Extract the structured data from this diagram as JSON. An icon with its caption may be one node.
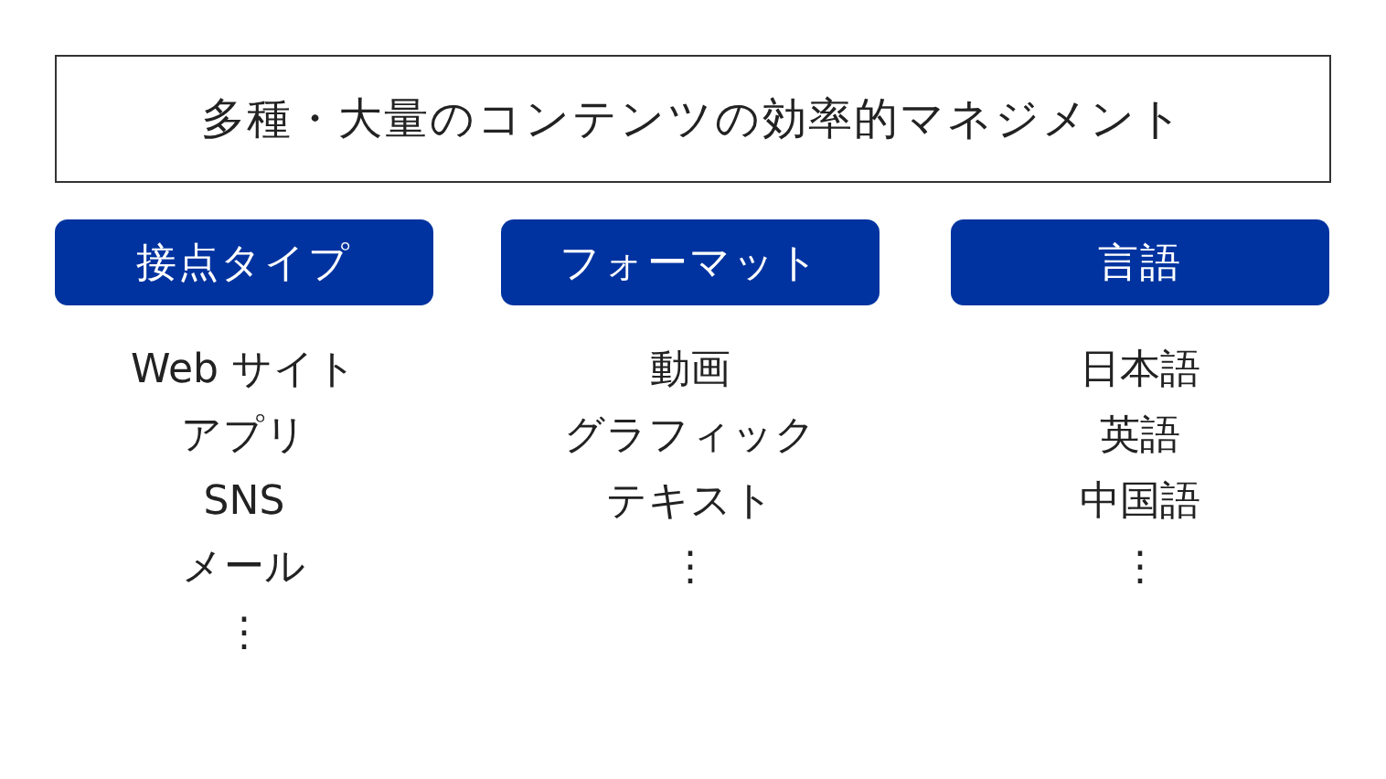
{
  "diagram": {
    "nodes": [
      {
        "text": [
          "多種・大量のコンテンツの効率的マネジメント"
        ]
      },
      {
        "text": [
          "接点タイプ"
        ],
        "beside": [
          "Web サイト",
          "アプリ",
          "SNS",
          "メール",
          "⋮"
        ]
      },
      {
        "text": [
          "フォーマット"
        ],
        "beside": [
          "動画",
          "グラフィック",
          "テキスト",
          "⋮"
        ]
      },
      {
        "text": [
          "言語"
        ],
        "beside": [
          "日本語",
          "英語",
          "中国語",
          "⋮"
        ]
      }
    ]
  }
}
